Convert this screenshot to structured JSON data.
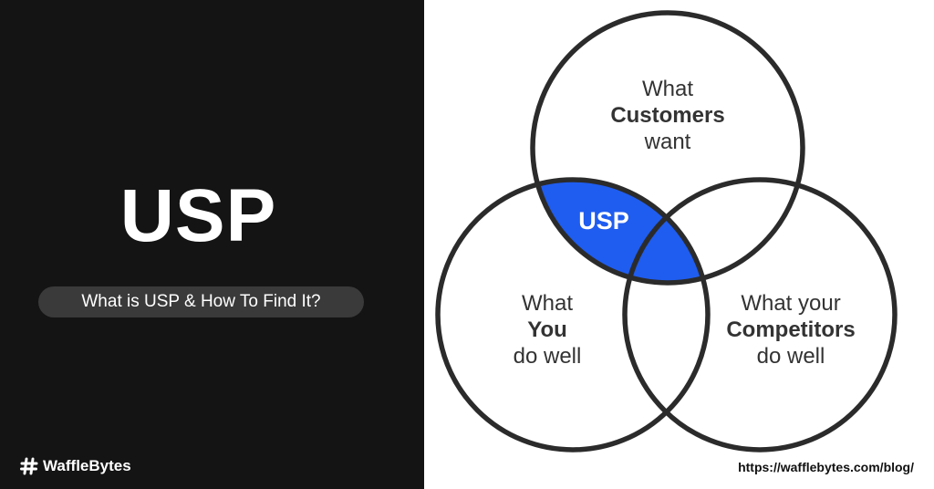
{
  "left": {
    "title": "USP",
    "subtitle": "What is USP & How To Find It?",
    "brand_icon": "hash-logo-icon",
    "brand_name": "WaffleBytes"
  },
  "venn": {
    "customers": {
      "line1": "What",
      "line2": "Customers",
      "line3": "want"
    },
    "you": {
      "line1": "What",
      "line2": "You",
      "line3": "do well"
    },
    "competitors": {
      "line1": "What your",
      "line2": "Competitors",
      "line3": "do well"
    },
    "center_label": "USP",
    "highlight_color": "#1f5df0",
    "stroke_color": "#2b2b2b"
  },
  "footer": {
    "url": "https://wafflebytes.com/blog/"
  }
}
